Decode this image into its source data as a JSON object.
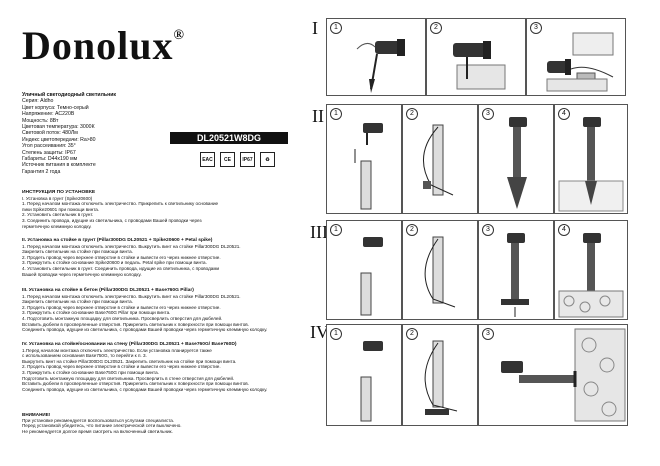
{
  "brand": {
    "name": "Donolux",
    "mark": "®"
  },
  "product": {
    "title": "Уличный светодиодный светильник",
    "lines": [
      "Серия: Aldho",
      "Цвет корпуса: Темно-серый",
      "Напряжение: AC220В",
      "Мощность: 8Вт",
      "Цветовая температура: 3000К",
      "Световой поток: 480Лм",
      "Индекс цветопередачи: Ra>80",
      "Угол рассеивания: 35°",
      "Степень защиты: IP67",
      "Габариты: D44х190 мм",
      "Источник питания в комплекте",
      "Гарантия 2 года"
    ],
    "code": "DL20521W8DG",
    "certs": [
      "EAC",
      "CE",
      "IP67",
      "♻"
    ]
  },
  "sections": [
    {
      "heading": "ИНСТРУКЦИЯ ПО УСТАНОВКЕ",
      "lines": [
        "I. Установка в грунт (Spike20600)",
        "1. Перед началом монтажа отключить электричество. Прикрепить к светильнику основание",
        "   пики Spike20601 при помощи винта.",
        "2. Установить светильник в грунт.",
        "3. Соединить провода, идущие из светильника, с проводами Вашей проводки через",
        "   герметичную клеммную колодку."
      ]
    },
    {
      "heading": "II. Установка на стойке в грунт (Pillar300DG DL20521 + Spike20600 + Petal spike)",
      "lines": [
        "1. Перед началом монтажа отключить электричество. Выкрутить винт на стойке Pillar300DG DL20521.",
        "   Закрепить светильник на стойке при помощи винта.",
        "2. Продеть провод через верхнее отверстие в стойке и вывести его через нижнее отверстие.",
        "3. Прикрутить к стойке основание Spike20600 и педаль. Petal spike при помощи винта.",
        "4. Установить светильник в грунт. Соединить провода, идущие из светильника, с проводами",
        "   Вашей проводки через герметичную клеммную колодку."
      ]
    },
    {
      "heading": "III. Установка на стойке в бетон (Pillar300DG DL20521 + Base760G Pillar)",
      "lines": [
        "1. Перед началом монтажа отключить электричество. Выкрутить винт на стойке Pillar300DG DL20521.",
        "   Закрепить светильник на стойке при помощи винта.",
        "2. Продеть провод через верхнее отверстие в стойке и вывести его через нижнее отверстие.",
        "3. Прикрутить к стойке основание Base760G Pillar при помощи винта.",
        "4. Подготовить монтажную площадку для светильника. Просверлить отверстия для дюбелей.",
        "   Вставить дюбели в просверленные отверстия. Прикрепить светильник к поверхности при помощи винтов.",
        "   Соединить провода, идущие из светильника, с проводами Вашей проводки через герметичную клеммную колодку."
      ]
    },
    {
      "heading": "IV. Установка на стойке/основании на стену (Pillar300DG DL20521 + Base760G/ Base760D)",
      "lines": [
        "1.Перед началом монтажа отключить электричество. Если установка планируется также",
        "   с использованием основания Base750G, то перейти к п. 3.",
        "   Выкрутить винт на стойке Pillar300DG DL20521. Закрепить светильник на стойке при помощи винта.",
        "2. Продеть провод через верхнее отверстие в стойке и вывести его через нижнее отверстие.",
        "3. Прикрутить к стойке основание Base750G при помощи винта.",
        "   Подготовить монтажную площадку для светильника. Просверлить в стене отверстия для дюбелей.",
        "   Вставить дюбели в просверленные отверстия. Прикрепить светильник к поверхности при помощи винтов.",
        "   Соединить провода, идущие из светильника, с проводами Вашей проводки через герметичную клеммную колодку."
      ]
    }
  ],
  "warning": {
    "heading": "ВНИМАНИЕ!",
    "lines": [
      "При установке рекомендуется воспользоваться услугами специалиста.",
      "Перед установкой убедитесь, что питание электрической сети выключено.",
      "Не рекомендуется долгое время смотреть на включенный светильник."
    ]
  },
  "rows": [
    {
      "roman": "I",
      "panels": [
        "1",
        "2",
        "3"
      ]
    },
    {
      "roman": "II",
      "panels": [
        "1",
        "2",
        "3",
        "4"
      ]
    },
    {
      "roman": "III",
      "panels": [
        "1",
        "2",
        "3",
        "4"
      ]
    },
    {
      "roman": "IV",
      "panels": [
        "1",
        "2",
        "3"
      ]
    }
  ]
}
